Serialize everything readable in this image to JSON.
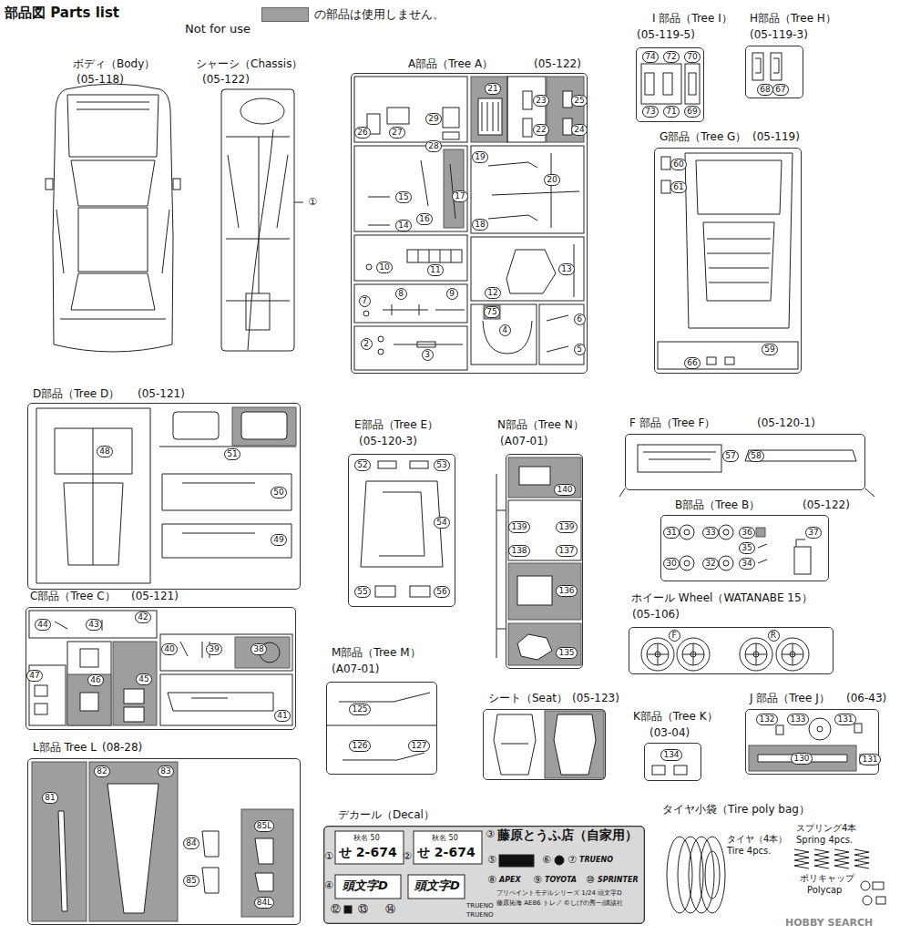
{
  "diagram": {
    "nodes": [
      {
        "text": [
          "A部品（Tree A）",
          "(05-122)"
        ]
      },
      {
        "text": [
          "I 部品（Tree I）",
          "(05-119-5)"
        ]
      },
      {
        "text": [
          "H部品（Tree H）",
          "(05-119-3)"
        ]
      },
      {
        "text": [
          "G部品（Tree G）",
          "(05-119)"
        ]
      },
      {
        "text": [
          "D部品（Tree D）",
          "(05-121)"
        ]
      },
      {
        "text": [
          "E部品（Tree E）",
          "(05-120-3)"
        ]
      },
      {
        "text": [
          "N部品（Tree N）",
          "(A07-01)"
        ]
      },
      {
        "text": [
          "F 部品（Tree F）",
          "(05-120-1)"
        ]
      },
      {
        "text": [
          "B部品（Tree B）",
          "(05-122)"
        ]
      },
      {
        "text": [
          "ホイール Wheel（WATANABE 15）",
          "(05-106)"
        ]
      },
      {
        "text": [
          "C部品（Tree C）",
          "(05-121)"
        ]
      },
      {
        "text": [
          "M部品（Tree M）",
          "(A07-01)"
        ]
      },
      {
        "text": [
          "シート（Seat）",
          "(05-123)"
        ]
      },
      {
        "text": [
          "K部品（Tree K）",
          "(03-04)"
        ]
      },
      {
        "text": [
          "J 部品（Tree J）",
          "(06-43)"
        ]
      },
      {
        "text": [
          "L部品 Tree L",
          "(08-28)"
        ]
      },
      {
        "text": [
          "デカール（Decal）"
        ]
      }
    ],
    "labels": [
      "部品図 Parts list",
      "ボディ（Body）",
      "(05-118)",
      "シャーシ（Chassis）",
      "(05-122)",
      "①",
      "21",
      "23",
      "25",
      "22",
      "24",
      "26",
      "27",
      "29",
      "28",
      "19",
      "20",
      "18",
      "15",
      "14",
      "16",
      "17",
      "10",
      "11",
      "12",
      "13",
      "7",
      "8",
      "9",
      "75",
      "4",
      "6",
      "5",
      "2",
      "3",
      "74",
      "72",
      "70",
      "73",
      "71",
      "69",
      "68",
      "67",
      "60",
      "61",
      "59",
      "66",
      "51",
      "48",
      "50",
      "49",
      "52",
      "53",
      "54",
      "55",
      "56",
      "140",
      "139",
      "139",
      "138",
      "137",
      "136",
      "135",
      "57",
      "58",
      "31",
      "33",
      "36",
      "37",
      "35",
      "30",
      "32",
      "34",
      "F",
      "R",
      "44",
      "43",
      "42",
      "40",
      "39",
      "38",
      "47",
      "46",
      "45",
      "41",
      "125",
      "126",
      "127",
      "134",
      "132",
      "133",
      "131",
      "130",
      "131",
      "81",
      "82",
      "83",
      "84",
      "85",
      "85L",
      "84L",
      "①",
      "秋名 50",
      "せ 2-674",
      "②",
      "秋名 50",
      "せ 2-674",
      "③",
      "藤原とうふ店（自家用）",
      "⑤",
      "⑥",
      "⑦",
      "TRUENO",
      "④",
      "頭文字D",
      "頭文字D",
      "TRUENO",
      "TRUENO",
      "⑧",
      "APEX",
      "⑨",
      "TOYOTA",
      "⑩",
      "SPRINTER",
      "プリペイントモデルシリーズ 1/24 頭文字D",
      "藤原拓海 AE86 トレノ ©しげの秀一/講談社",
      "⑫",
      "⑬",
      "⑭",
      "タイヤ小袋（Tire poly bag）",
      "タイヤ（4本）",
      "Tire 4pcs.",
      "スプリング4本",
      "Spring 4pcs.",
      "ポリキャップ",
      "Polycap",
      "HOBBY SEARCH"
    ],
    "legend": [
      {
        "text": "の部品は使用しません。 Not for use",
        "color": "#9e9e9e"
      }
    ]
  }
}
